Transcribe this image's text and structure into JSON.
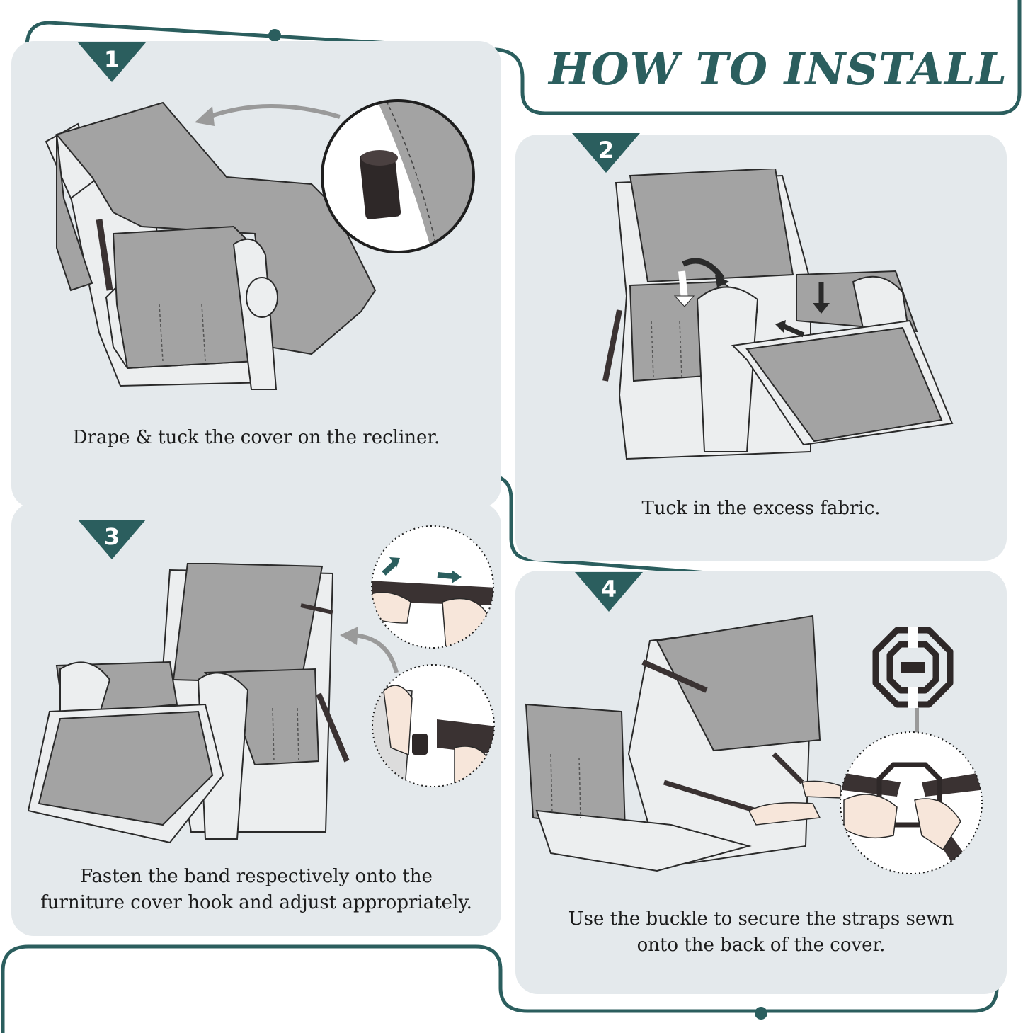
{
  "page": {
    "title": "HOW TO INSTALL"
  },
  "colors": {
    "teal": "#2b5e5e",
    "panel": "#e4e9ec",
    "cover": "#a3a3a3",
    "strap": "#3a3232",
    "outline": "#2a2a2a"
  },
  "steps": [
    {
      "number": "1",
      "caption": "Drape & tuck the cover on the recliner."
    },
    {
      "number": "2",
      "caption": "Tuck in the excess fabric."
    },
    {
      "number": "3",
      "caption_lines": [
        "Fasten the band respectively onto the",
        "furniture cover hook and adjust appropriately."
      ]
    },
    {
      "number": "4",
      "caption_lines": [
        "Use the buckle to secure the straps sewn",
        "onto the back of the cover."
      ]
    }
  ]
}
